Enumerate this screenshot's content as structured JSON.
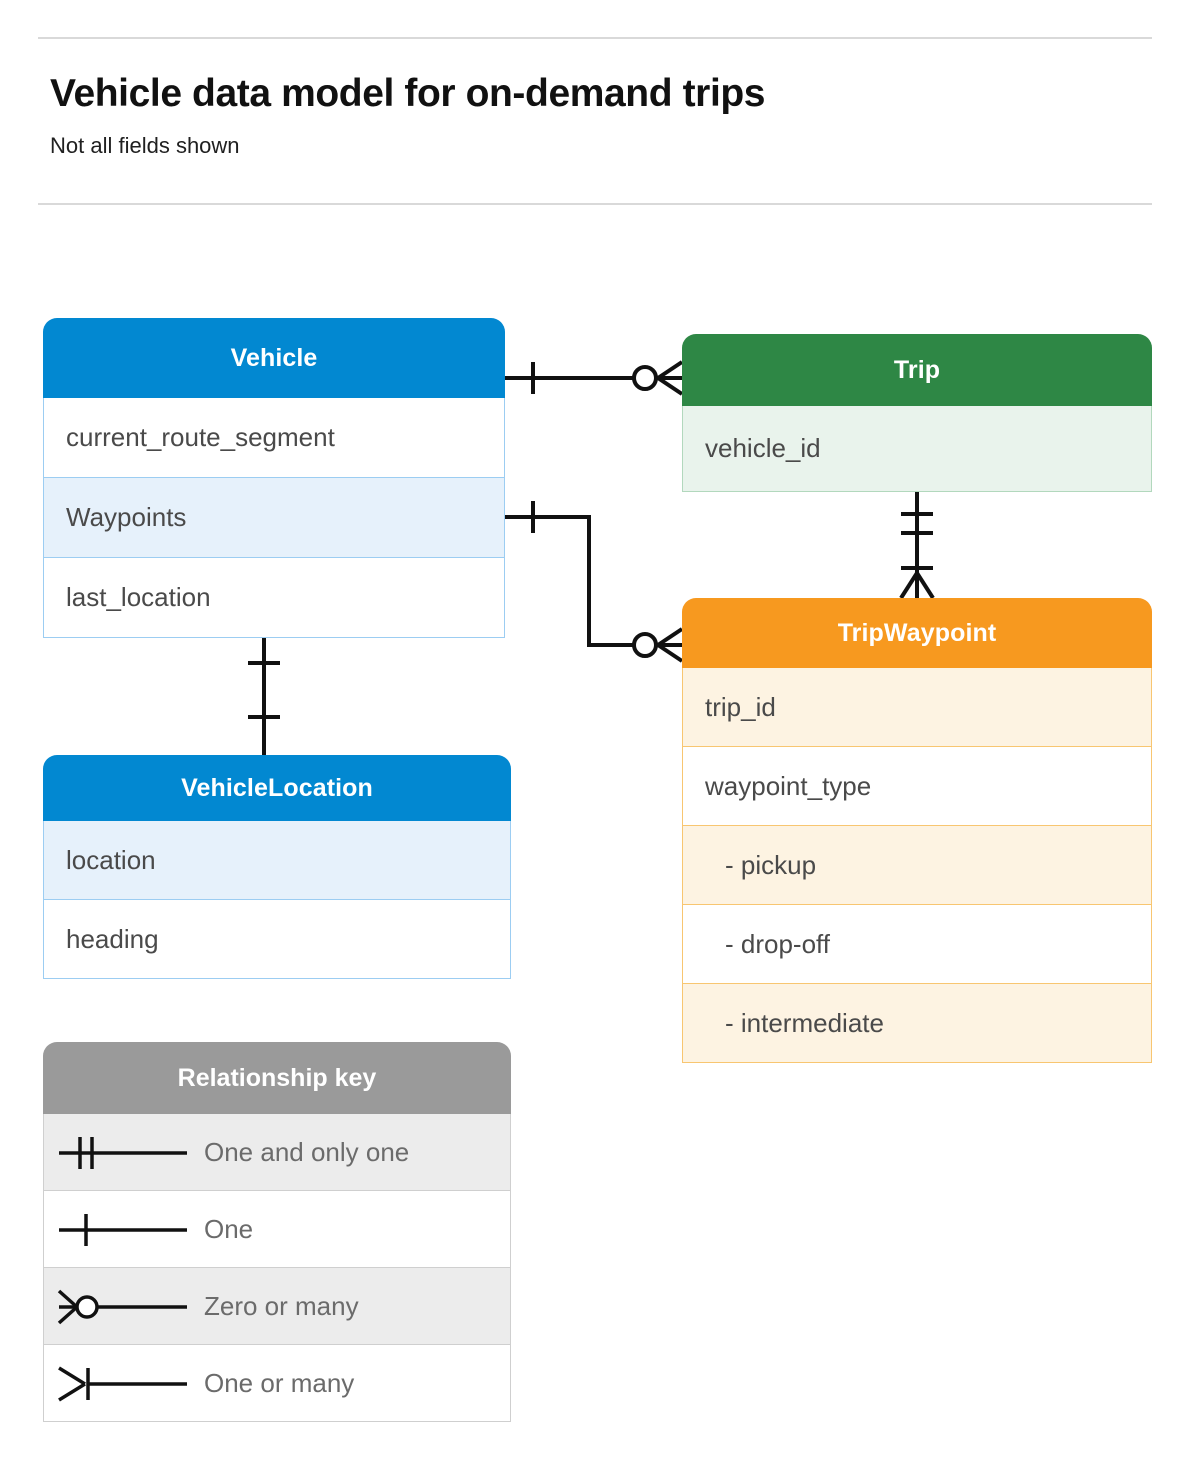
{
  "header": {
    "title": "Vehicle data model for on-demand trips",
    "subtitle": "Not all fields shown"
  },
  "colors": {
    "blue": "#0288D1",
    "blue_row_alt": "#E6F1FB",
    "blue_border": "#9CCDF2",
    "green": "#2E8745",
    "green_row_alt": "#E9F3EC",
    "green_border": "#B2D8BD",
    "orange": "#F7991F",
    "orange_row_alt": "#FDF3E2",
    "orange_border": "#F8C671",
    "gray": "#9A9A9A",
    "gray_row_alt": "#ECECEC",
    "gray_border": "#CFCFCF",
    "text": "#4A4A4A",
    "rule": "#D9D9D9"
  },
  "entities": [
    {
      "id": "vehicle",
      "title": "Vehicle",
      "fields": [
        {
          "label": "current_route_segment",
          "shaded": false
        },
        {
          "label": "Waypoints",
          "shaded": true
        },
        {
          "label": "last_location",
          "shaded": false
        }
      ]
    },
    {
      "id": "trip",
      "title": "Trip",
      "fields": [
        {
          "label": "vehicle_id",
          "shaded": true
        }
      ]
    },
    {
      "id": "tripwaypoint",
      "title": "TripWaypoint",
      "fields": [
        {
          "label": "trip_id",
          "shaded": true
        },
        {
          "label": "waypoint_type",
          "shaded": false
        },
        {
          "label": "-  pickup",
          "shaded": true,
          "indent": true
        },
        {
          "label": "-  drop-off",
          "shaded": false,
          "indent": true
        },
        {
          "label": "-  intermediate",
          "shaded": true,
          "indent": true
        }
      ]
    },
    {
      "id": "vehiclelocation",
      "title": "VehicleLocation",
      "fields": [
        {
          "label": "location",
          "shaded": true
        },
        {
          "label": "heading",
          "shaded": false
        }
      ]
    }
  ],
  "legend": {
    "title": "Relationship key",
    "rows": [
      {
        "symbol": "one-and-only-one-icon",
        "label": "One and only one",
        "shaded": true
      },
      {
        "symbol": "one-icon",
        "label": "One",
        "shaded": false
      },
      {
        "symbol": "zero-or-many-icon",
        "label": "Zero or many",
        "shaded": true
      },
      {
        "symbol": "one-or-many-icon",
        "label": "One or many",
        "shaded": false
      }
    ]
  },
  "relationships": [
    {
      "id": "vehicle-to-trip",
      "from": "Vehicle",
      "to": "Trip",
      "from_cardinality": "One",
      "to_cardinality": "Zero or many"
    },
    {
      "id": "vehicle-waypoints-to-tripwaypoint",
      "from": "Vehicle.Waypoints",
      "to": "TripWaypoint",
      "from_cardinality": "One",
      "to_cardinality": "Zero or many"
    },
    {
      "id": "trip-to-tripwaypoint",
      "from": "Trip",
      "to": "TripWaypoint",
      "from_cardinality": "One and only one",
      "to_cardinality": "One or many"
    },
    {
      "id": "vehicle-to-vehiclelocation",
      "from": "Vehicle",
      "to": "VehicleLocation",
      "from_cardinality": "One",
      "to_cardinality": "One"
    }
  ]
}
